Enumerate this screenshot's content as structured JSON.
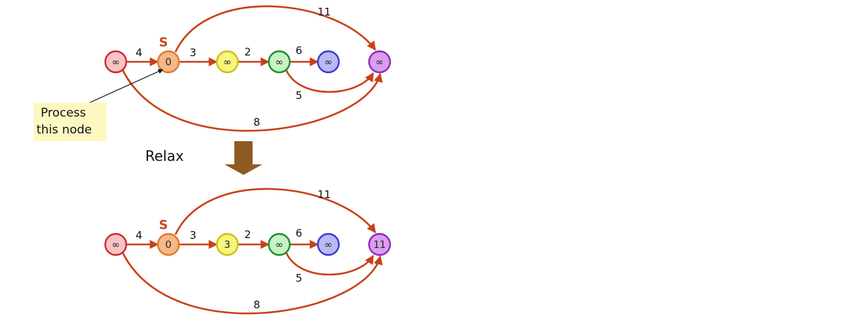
{
  "graphs": [
    {
      "source_label": "S",
      "nodes": [
        {
          "value": "∞",
          "fill": "#f7c3c5",
          "stroke": "#cc2a33"
        },
        {
          "value": "0",
          "fill": "#f6b888",
          "stroke": "#e07a2a"
        },
        {
          "value": "∞",
          "fill": "#f7f57a",
          "stroke": "#c9c21a"
        },
        {
          "value": "∞",
          "fill": "#c6f2c4",
          "stroke": "#1f8c2a"
        },
        {
          "value": "∞",
          "fill": "#b9b9f3",
          "stroke": "#3a3ad1"
        },
        {
          "value": "∞",
          "fill": "#da9ef0",
          "stroke": "#8e2aba"
        }
      ],
      "edges": [
        {
          "from": 0,
          "to": 1,
          "weight": "4"
        },
        {
          "from": 1,
          "to": 2,
          "weight": "3"
        },
        {
          "from": 2,
          "to": 3,
          "weight": "2"
        },
        {
          "from": 3,
          "to": 4,
          "weight": "6"
        },
        {
          "from": 3,
          "to": 5,
          "weight": "5"
        },
        {
          "from": 1,
          "to": 5,
          "weight": "11"
        },
        {
          "from": 0,
          "to": 5,
          "weight": "8"
        }
      ]
    },
    {
      "source_label": "S",
      "nodes": [
        {
          "value": "∞",
          "fill": "#f7c3c5",
          "stroke": "#cc2a33"
        },
        {
          "value": "0",
          "fill": "#f6b888",
          "stroke": "#e07a2a"
        },
        {
          "value": "3",
          "fill": "#f7f57a",
          "stroke": "#c9c21a"
        },
        {
          "value": "∞",
          "fill": "#c6f2c4",
          "stroke": "#1f8c2a"
        },
        {
          "value": "∞",
          "fill": "#b9b9f3",
          "stroke": "#3a3ad1"
        },
        {
          "value": "11",
          "fill": "#da9ef0",
          "stroke": "#8e2aba"
        }
      ],
      "edges": [
        {
          "from": 0,
          "to": 1,
          "weight": "4"
        },
        {
          "from": 1,
          "to": 2,
          "weight": "3"
        },
        {
          "from": 2,
          "to": 3,
          "weight": "2"
        },
        {
          "from": 3,
          "to": 4,
          "weight": "6"
        },
        {
          "from": 3,
          "to": 5,
          "weight": "5"
        },
        {
          "from": 1,
          "to": 5,
          "weight": "11"
        },
        {
          "from": 0,
          "to": 5,
          "weight": "8"
        }
      ]
    }
  ],
  "callout": {
    "line1": "Process",
    "line2": "this node"
  },
  "relax_label": "Relax",
  "colors": {
    "edge": "#c8401a",
    "arrow_down": "#8f5a22",
    "note_bg": "#fdf8c2"
  }
}
